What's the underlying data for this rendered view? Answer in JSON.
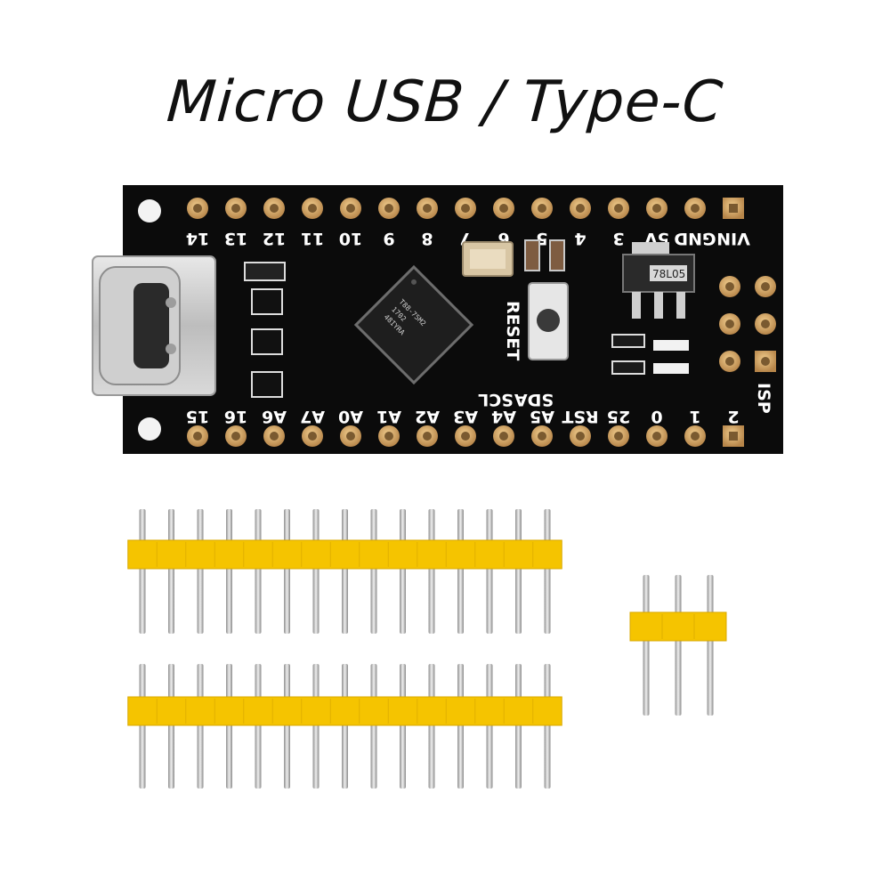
{
  "headline": "Micro USB  / Type-C",
  "board": {
    "top_row": [
      "14",
      "13",
      "12",
      "11",
      "10",
      "9",
      "8",
      "7",
      "6",
      "5",
      "4",
      "3",
      "5V",
      "GND",
      "VIN"
    ],
    "bottom_row": [
      "15",
      "16",
      "A6",
      "A7",
      "A0",
      "A1",
      "A2",
      "A3",
      "A4",
      "A5",
      "RST",
      "25",
      "0",
      "1",
      "2"
    ],
    "bottom_labels_above": {
      "8": "SCL",
      "9": "SDA"
    },
    "reset_label": "RESET",
    "isp_label": "ISP",
    "regulator_marking": "78L05",
    "colors": {
      "pcb": "#0b0b0b",
      "pad": "#d3a86a",
      "silkscreen": "#ffffff",
      "header_plastic": "#f5c400",
      "pin_metal": "#c8c8c8"
    }
  },
  "headers": {
    "long_strip_pins": 15,
    "long_strip_count": 2,
    "short_strip_pins": 3
  }
}
